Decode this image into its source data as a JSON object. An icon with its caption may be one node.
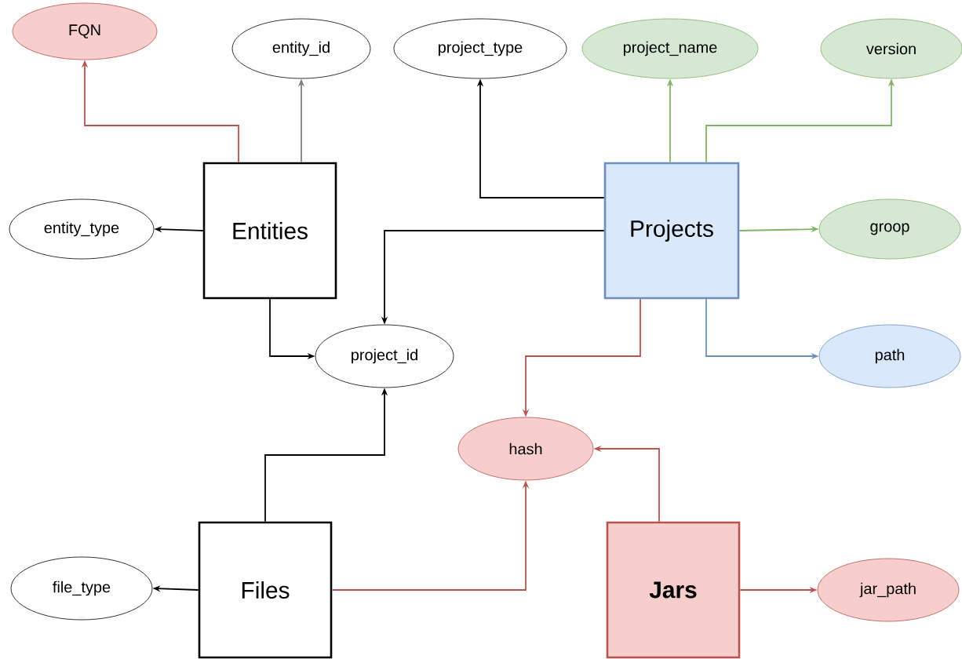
{
  "diagram": {
    "nodes": [
      {
        "text": [
          "FQN"
        ]
      },
      {
        "text": [
          "entity_id"
        ]
      },
      {
        "text": [
          "project_type"
        ]
      },
      {
        "text": [
          "project_name"
        ]
      },
      {
        "text": [
          "version"
        ]
      },
      {
        "text": [
          "Entities"
        ]
      },
      {
        "text": [
          "entity_type"
        ]
      },
      {
        "text": [
          "Projects"
        ]
      },
      {
        "text": [
          "groop"
        ]
      },
      {
        "text": [
          "project_id"
        ]
      },
      {
        "text": [
          "path"
        ]
      },
      {
        "text": [
          "hash"
        ]
      },
      {
        "text": [
          "Files"
        ]
      },
      {
        "text": [
          "file_type"
        ]
      },
      {
        "text": [
          "Jars"
        ]
      },
      {
        "text": [
          "jar_path"
        ]
      }
    ],
    "edges": [
      {
        "from": 5,
        "to": 0,
        "arrow": "to",
        "color": "#b85450"
      },
      {
        "from": 5,
        "to": 1,
        "arrow": "to",
        "color": "#808080"
      },
      {
        "from": 5,
        "to": 6,
        "arrow": "to"
      },
      {
        "from": 5,
        "to": 9,
        "arrow": "to"
      },
      {
        "from": 7,
        "to": 2,
        "arrow": "to"
      },
      {
        "from": 7,
        "to": 3,
        "arrow": "to",
        "color": "#82b366"
      },
      {
        "from": 7,
        "to": 4,
        "arrow": "to",
        "color": "#82b366"
      },
      {
        "from": 7,
        "to": 8,
        "arrow": "to",
        "color": "#82b366"
      },
      {
        "from": 7,
        "to": 9,
        "arrow": "to"
      },
      {
        "from": 7,
        "to": 10,
        "arrow": "to",
        "color": "#6c8ebf"
      },
      {
        "from": 7,
        "to": 11,
        "arrow": "to",
        "color": "#b85450"
      },
      {
        "from": 12,
        "to": 9,
        "arrow": "to"
      },
      {
        "from": 12,
        "to": 13,
        "arrow": "to"
      },
      {
        "from": 12,
        "to": 11,
        "arrow": "to",
        "color": "#b85450"
      },
      {
        "from": 14,
        "to": 11,
        "arrow": "to",
        "color": "#b85450"
      },
      {
        "from": 14,
        "to": 15,
        "arrow": "to",
        "color": "#b85450"
      }
    ]
  }
}
